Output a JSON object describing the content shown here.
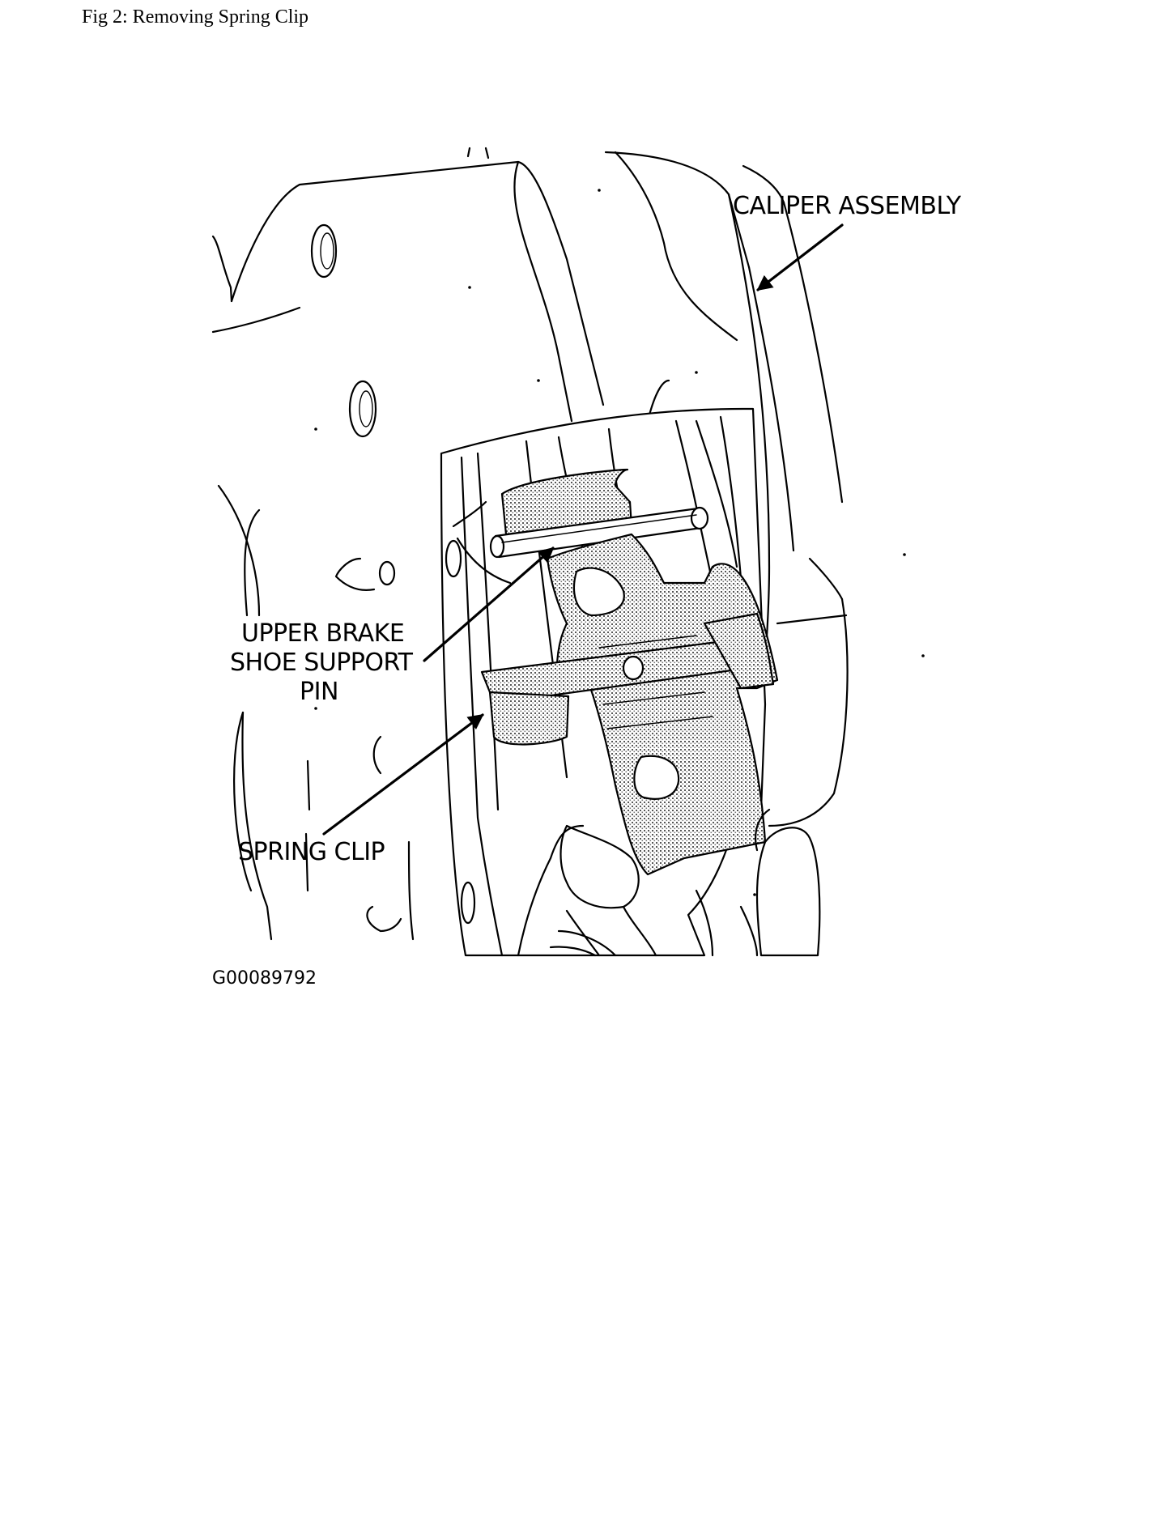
{
  "caption": "Fig 2: Removing Spring Clip",
  "figure": {
    "labels": {
      "caliper": "CALIPER ASSEMBLY",
      "pin_line1": "UPPER BRAKE",
      "pin_line2": "SHOE SUPPORT",
      "pin_line3": "PIN",
      "spring_clip": "SPRING CLIP"
    },
    "figure_id": "G00089792"
  }
}
